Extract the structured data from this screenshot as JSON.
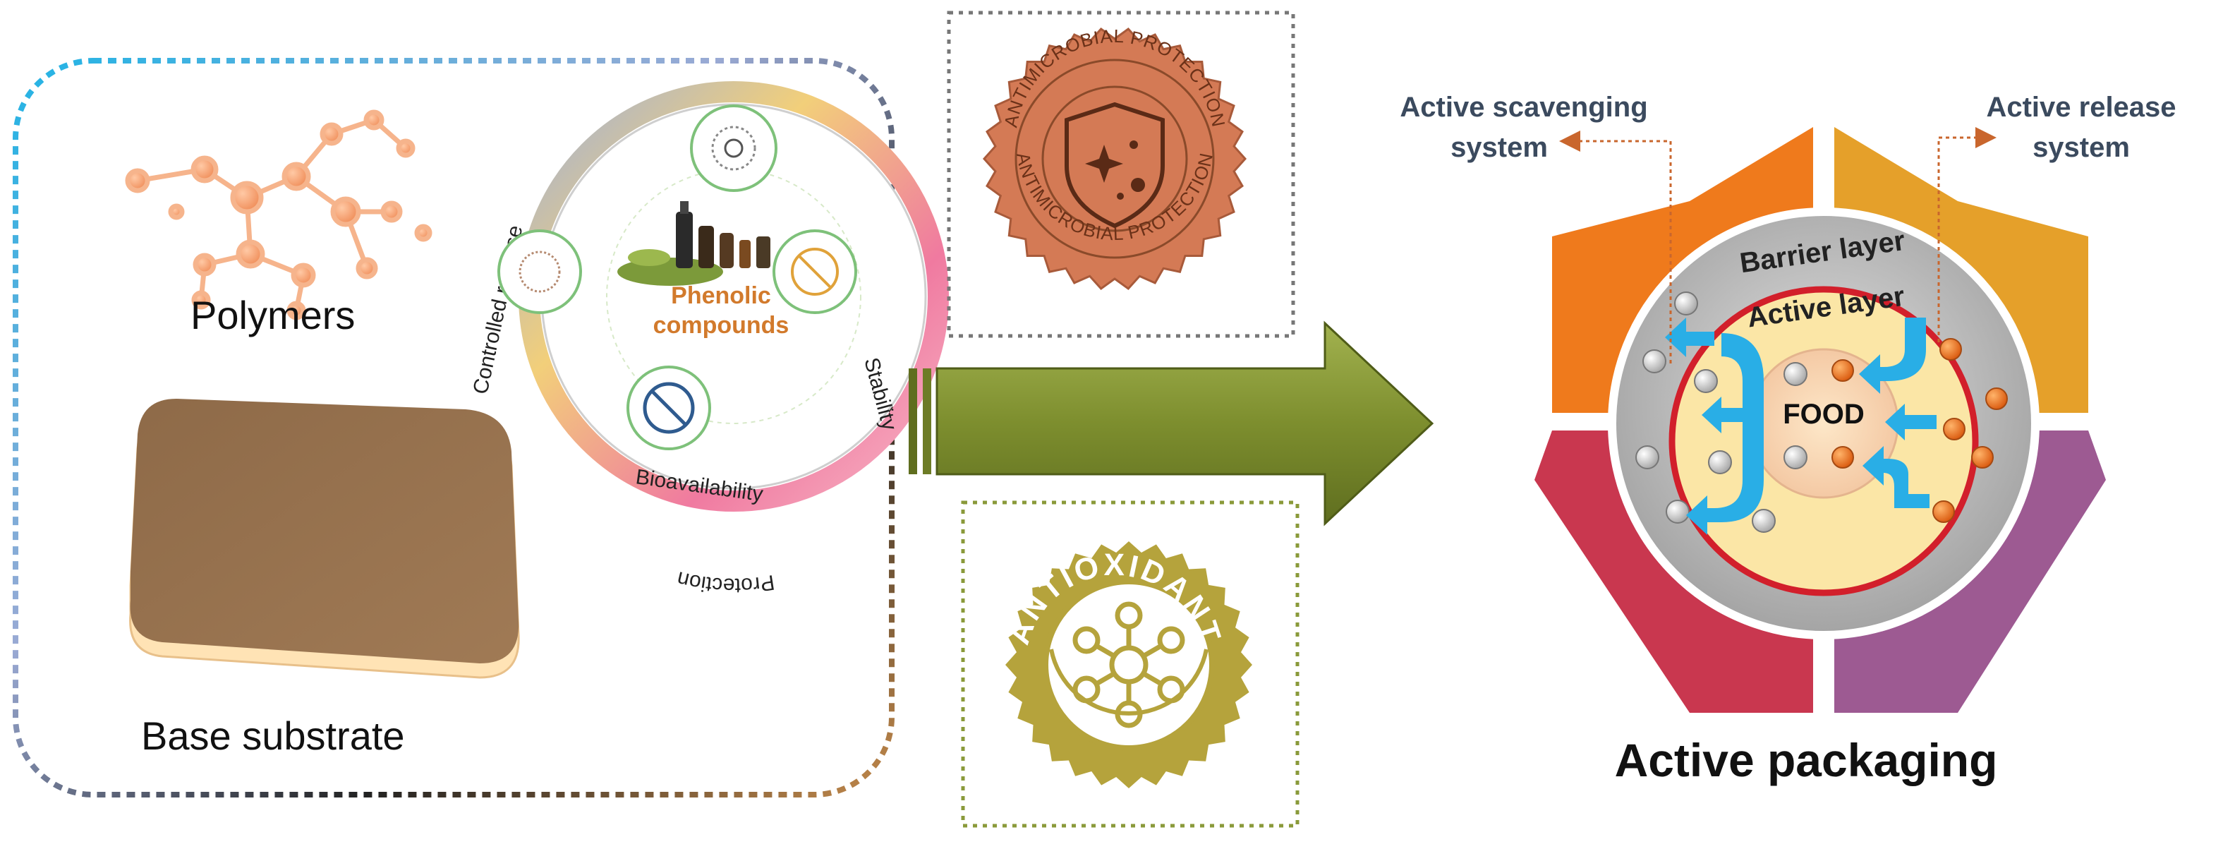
{
  "left_panel": {
    "polymers_label": "Polymers",
    "base_substrate_label": "Base substrate",
    "ring": {
      "top_label": "Protection",
      "right_label": "Stability",
      "bottom_label": "Bioavailability",
      "left_label": "Controlled release",
      "center_label_line1": "Phenolic",
      "center_label_line2": "compounds"
    }
  },
  "badges": {
    "antimicrobial_text": "ANTIMICROBIAL PROTECTION",
    "antioxidant_text": "ANTIOXIDANT"
  },
  "packaging": {
    "scavenging_line1": "Active scavenging",
    "scavenging_line2": "system",
    "release_line1": "Active release",
    "release_line2": "system",
    "barrier_label": "Barrier layer",
    "active_layer_label": "Active layer",
    "food_label": "FOOD",
    "title": "Active packaging"
  },
  "colors": {
    "orange_segment": "#ef7a1c",
    "gold_segment": "#e5a02a",
    "crimson_segment": "#c9374f",
    "purple_segment": "#9d5a92",
    "arrow_green": "#8a9a3a",
    "badge_copper": "#d47a55",
    "badge_olive": "#b5a33c",
    "flow_blue": "#29aee6"
  }
}
